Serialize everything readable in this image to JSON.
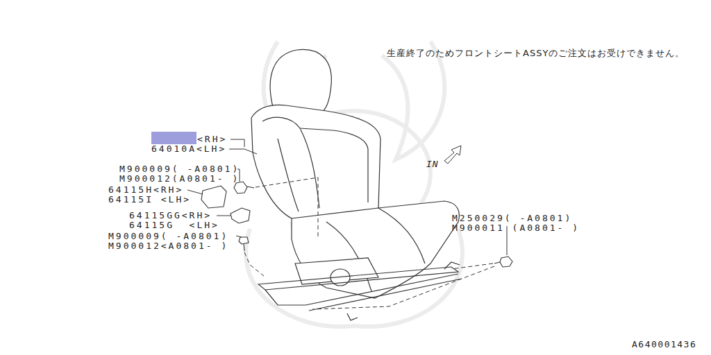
{
  "diagram": {
    "labels": [
      "生産終了のためフロントシートASSYのご注文はお受けできません。",
      "<RH>",
      "64010A<LH>",
      "M900009( -A0801)",
      "M900012(A0801- )",
      "64115H<RH>",
      "64115I <LH>",
      "64115GG<RH>",
      "64115G  <LH>",
      "M900009( -A0801)",
      "M900012<A0801- )",
      "M250029( -A0801)",
      "M900011 (A0801- )",
      "IN",
      "A640001436"
    ]
  }
}
